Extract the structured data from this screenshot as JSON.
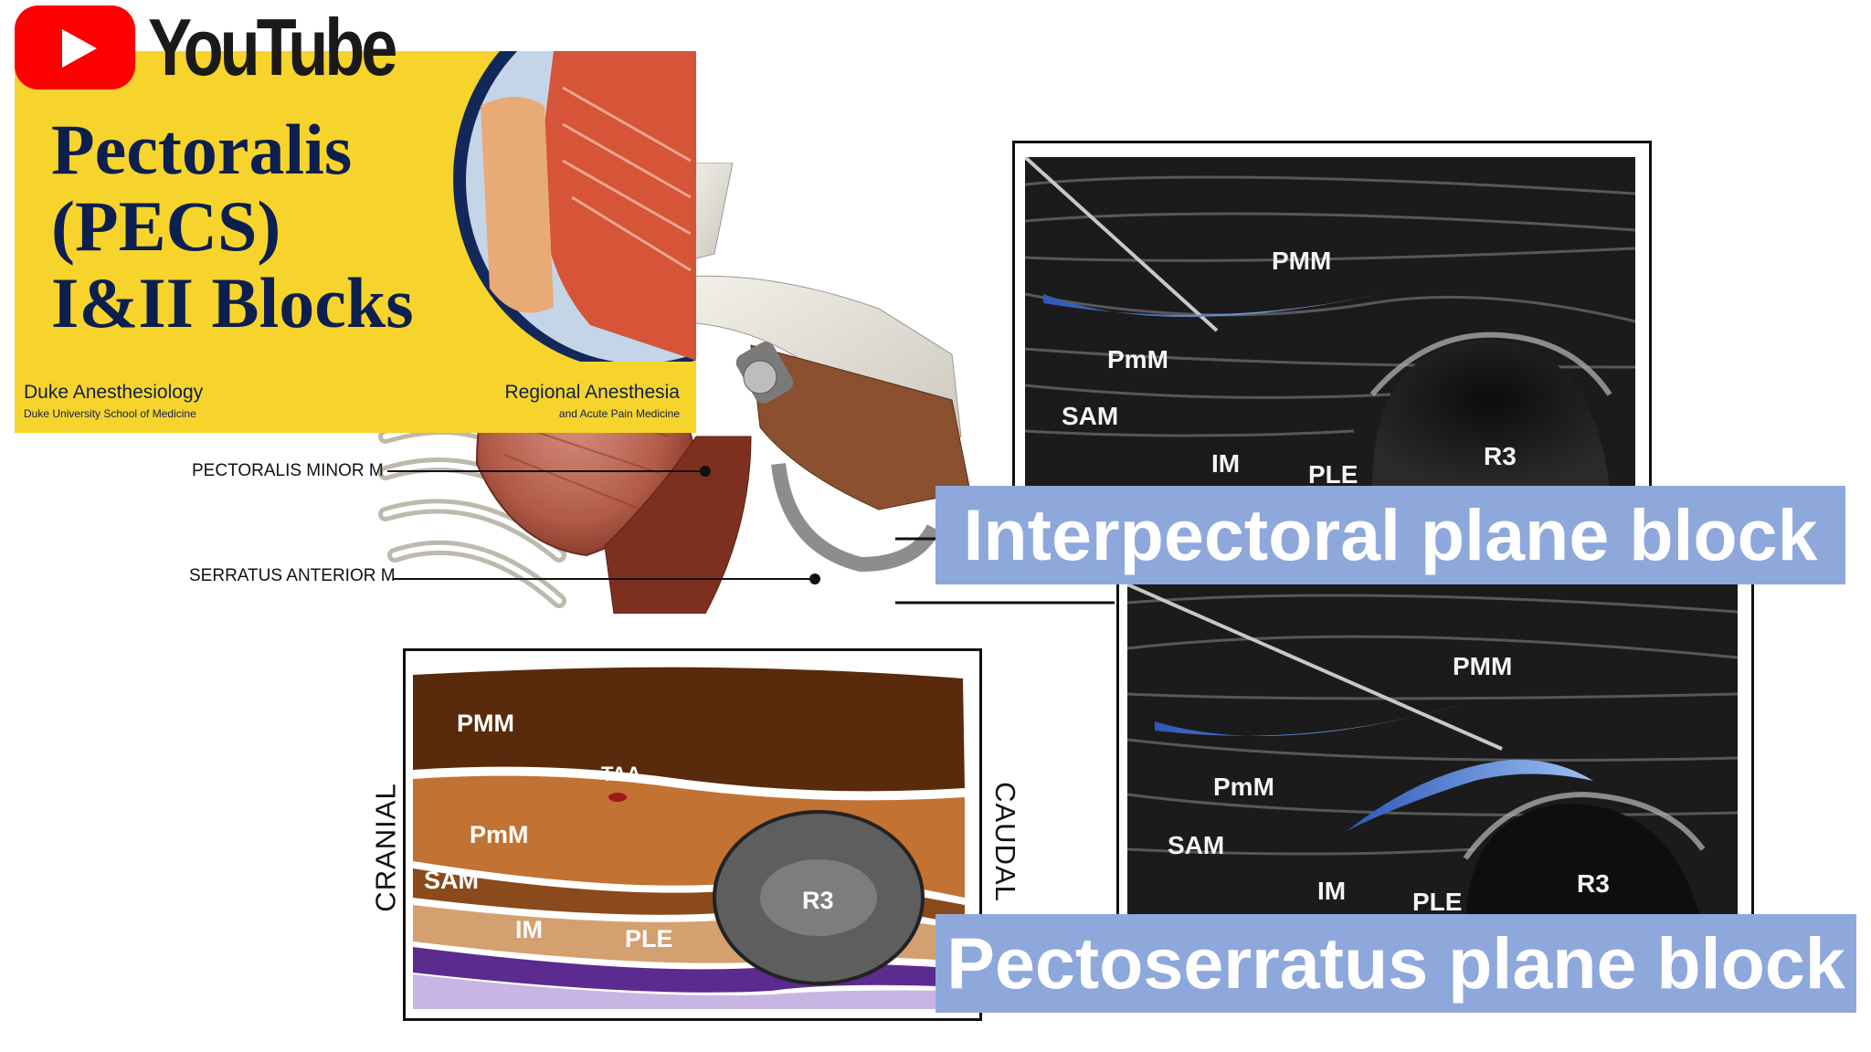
{
  "youtube": {
    "wordmark": "YouTube",
    "icon": "youtube-play-icon",
    "brand_color": "#ff0000"
  },
  "thumbnail": {
    "title_lines": [
      "Pectoralis",
      "(PECS)",
      "I&II  Blocks"
    ],
    "duke": {
      "main": "Duke Anesthesiology",
      "sub": "Duke University School of Medicine"
    },
    "regional": {
      "main": "Regional Anesthesia",
      "sub": "and Acute Pain Medicine"
    },
    "background_color": "#f7d42c",
    "text_color": "#0d1f4f"
  },
  "anatomy": {
    "labels": {
      "pectoralis_minor": "PECTORALIS MINOR M",
      "serratus_anterior": "SERRATUS ANTERIOR M"
    }
  },
  "ultrasound_top": {
    "labels": {
      "pmm": "PMM",
      "pmm_minor": "PmM",
      "sam": "SAM",
      "im": "IM",
      "ple": "PLE",
      "r3": "R3"
    }
  },
  "ultrasound_bottom": {
    "labels": {
      "pmm": "PMM",
      "pmm_minor": "PmM",
      "sam": "SAM",
      "im": "IM",
      "ple": "PLE",
      "r3": "R3"
    }
  },
  "schematic": {
    "labels": {
      "pmm": "PMM",
      "taa": "TAA",
      "pmm_minor": "PmM",
      "sam": "SAM",
      "im": "IM",
      "ple": "PLE",
      "r3": "R3"
    },
    "side_left": "CRANIAL",
    "side_right": "CAUDAL",
    "layer_colors": {
      "pmm": "#5a2a0c",
      "pmm_minor": "#c27232",
      "sam": "#8a4a1c",
      "im": "#d4a070",
      "ple": "#5b2b8f",
      "rib": "#5e5e5e"
    }
  },
  "captions": {
    "interpectoral": "Interpectoral plane block",
    "pectoserratus": "Pectoserratus plane block",
    "banner_color": "#8ea8dc"
  }
}
